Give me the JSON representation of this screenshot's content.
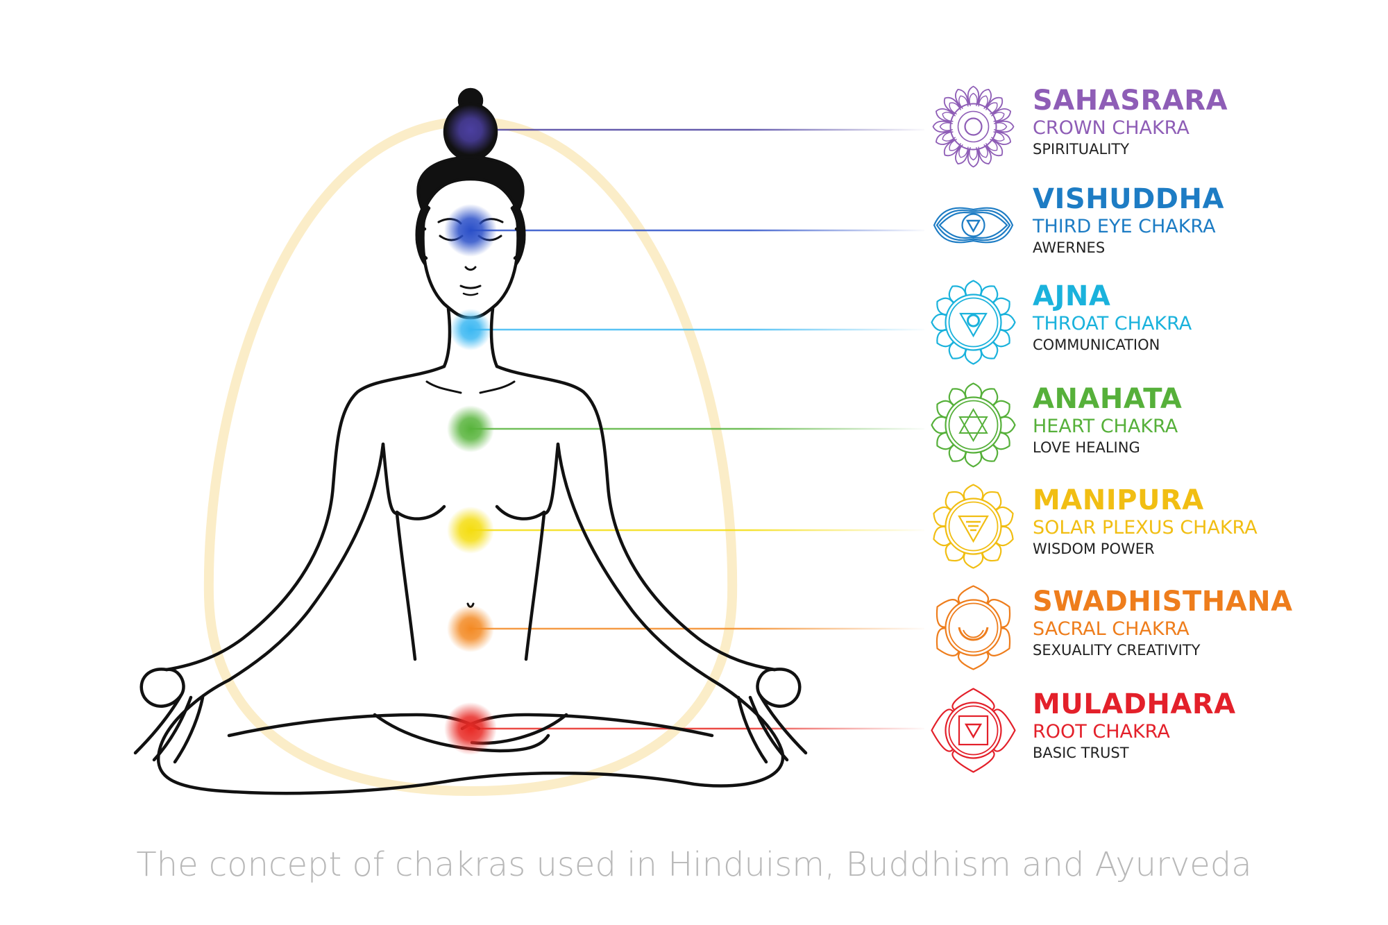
{
  "chakras": [
    {
      "key": "sahasrara",
      "name": "SAHASRARA",
      "subtitle": "CROWN CHAKRA",
      "quality": "SPIRITUALITY",
      "color": "#8e5db6",
      "dot_color": "#4b3fa0",
      "icon": "crown-chakra-icon"
    },
    {
      "key": "vishuddha",
      "name": "VISHUDDHA",
      "subtitle": "THIRD EYE CHAKRA",
      "quality": "AWERNES",
      "color": "#1d7cc4",
      "dot_color": "#2a4fc8",
      "icon": "third-eye-chakra-icon"
    },
    {
      "key": "ajna",
      "name": "AJNA",
      "subtitle": "THROAT CHAKRA",
      "quality": "COMMUNICATION",
      "color": "#1ab2dc",
      "dot_color": "#3cb8f2",
      "icon": "throat-chakra-icon"
    },
    {
      "key": "anahata",
      "name": "ANAHATA",
      "subtitle": "HEART CHAKRA",
      "quality": "LOVE HEALING",
      "color": "#56b03a",
      "dot_color": "#58b43c",
      "icon": "heart-chakra-icon"
    },
    {
      "key": "manipura",
      "name": "MANIPURA",
      "subtitle": "SOLAR PLEXUS CHAKRA",
      "quality": "WISDOM POWER",
      "color": "#f1be13",
      "dot_color": "#f4dd10",
      "icon": "solar-plexus-chakra-icon"
    },
    {
      "key": "swadhisthana",
      "name": "SWADHISTHANA",
      "subtitle": "SACRAL CHAKRA",
      "quality": "SEXUALITY  CREATIVITY",
      "color": "#ee7d1c",
      "dot_color": "#f38a24",
      "icon": "sacral-chakra-icon"
    },
    {
      "key": "muladhara",
      "name": "MULADHARA",
      "subtitle": "ROOT   CHAKRA",
      "quality": "BASIC  TRUST",
      "color": "#e3202a",
      "dot_color": "#e82a25",
      "icon": "root-chakra-icon"
    }
  ],
  "caption": "The concept of chakras used in Hinduism, Buddhism and Ayurveda",
  "aura_color": "#fbedc8",
  "outline_color": "#111111"
}
